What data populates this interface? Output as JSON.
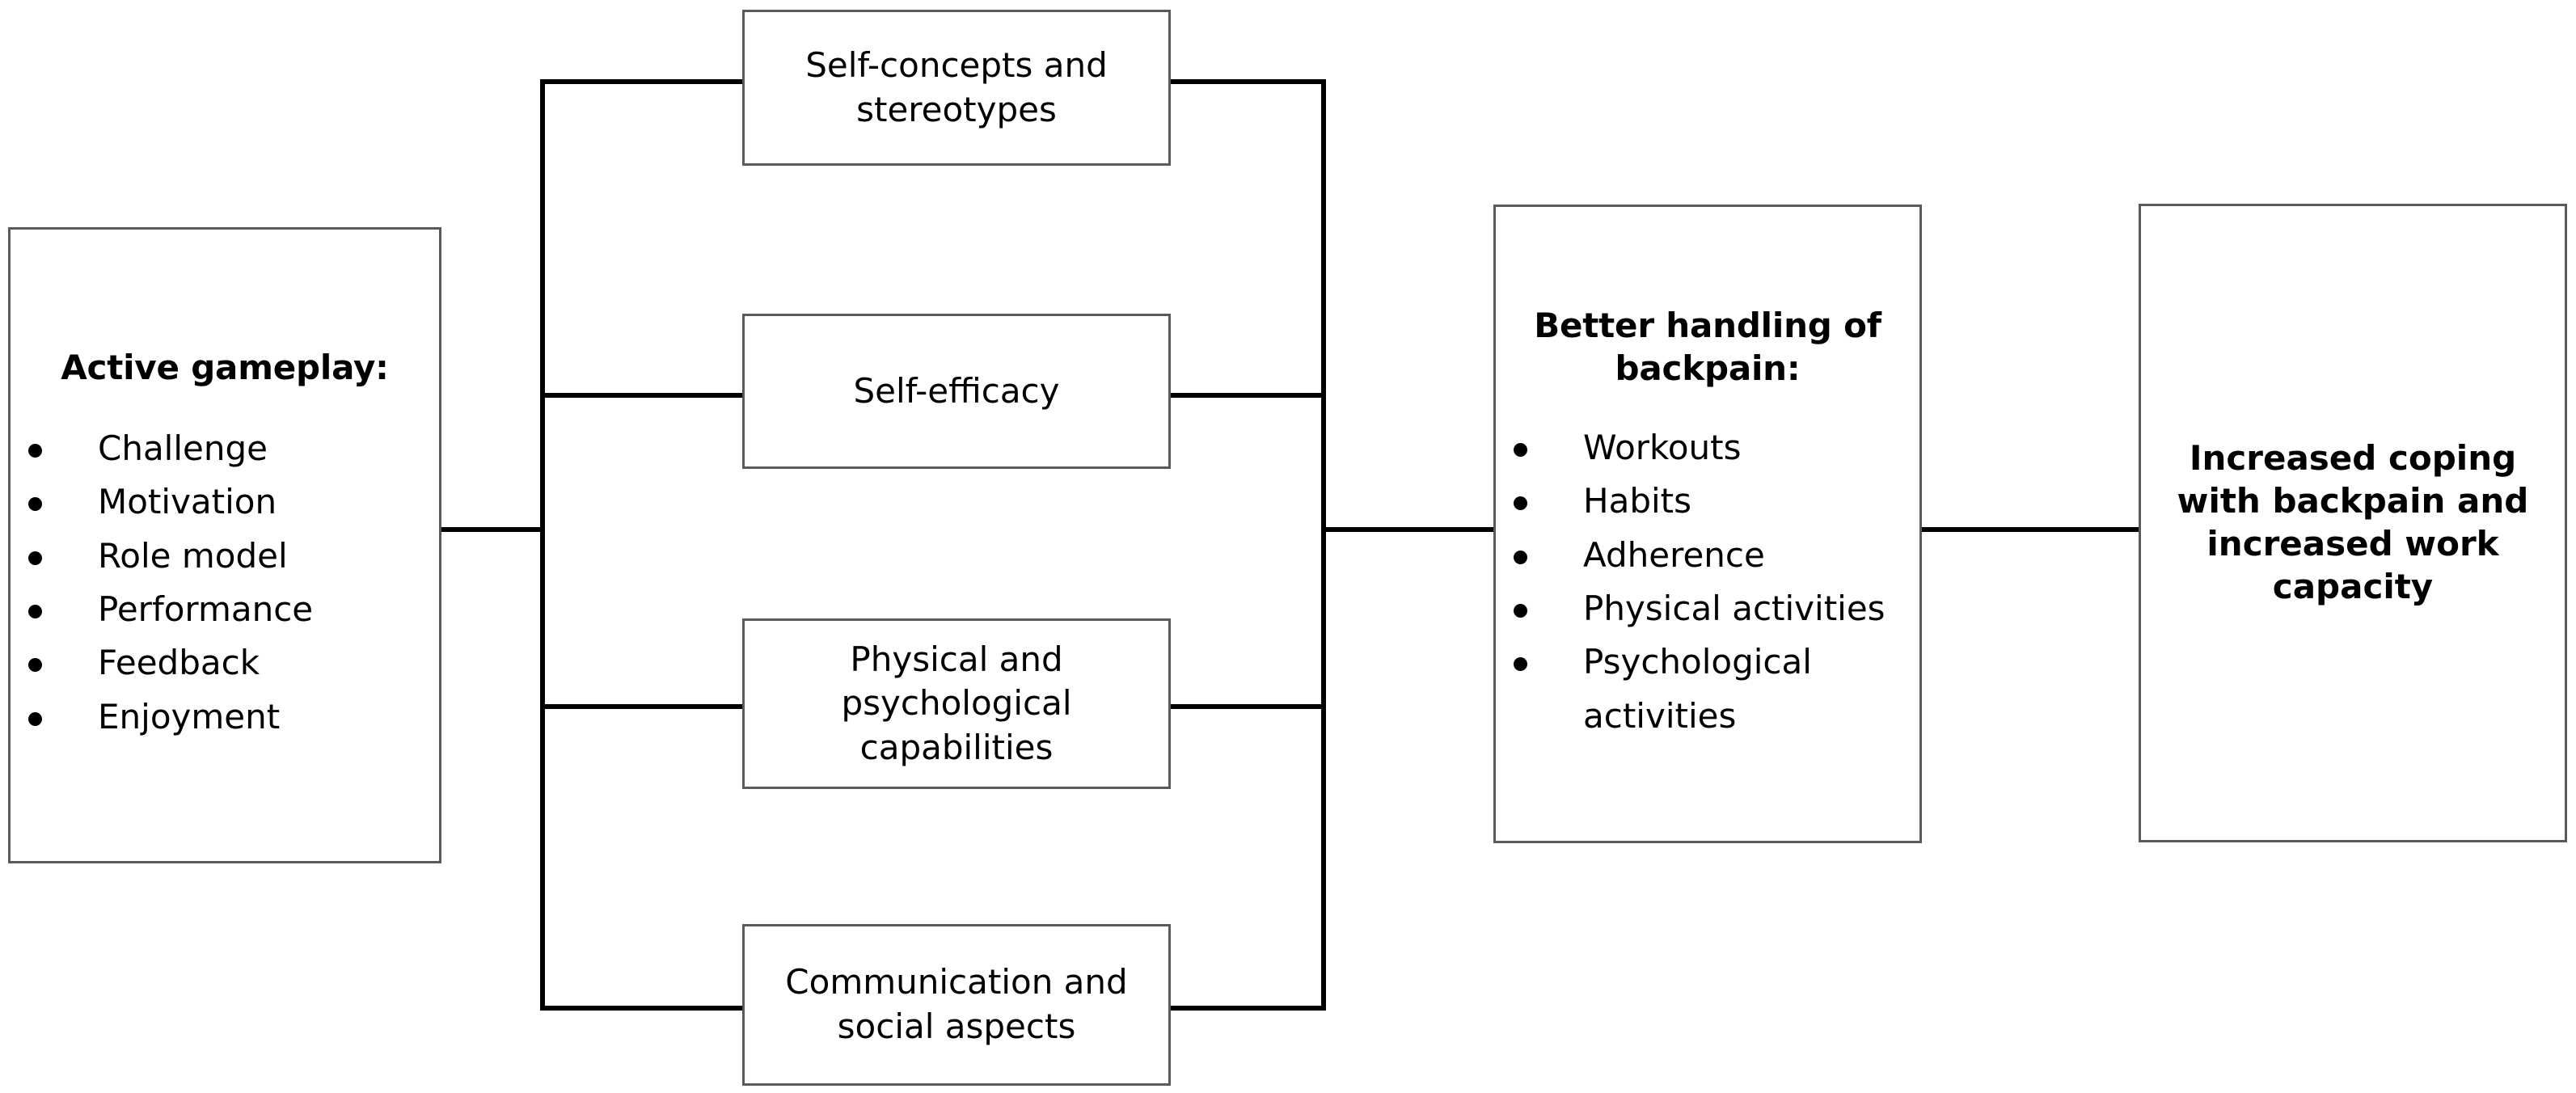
{
  "diagram": {
    "type": "flow-diagram",
    "background_color": "#ffffff",
    "box_border_color": "#5a5a5a",
    "connector_color": "#000000",
    "nodes": {
      "active_gameplay": {
        "title": "Active gameplay:",
        "bullets": [
          "Challenge",
          "Motivation",
          "Role model",
          "Performance",
          "Feedback",
          "Enjoyment"
        ]
      },
      "self_concepts": {
        "label": "Self-concepts and stereotypes"
      },
      "self_efficacy": {
        "label": "Self-efficacy"
      },
      "physical_psych": {
        "label": "Physical and psychological capabilities"
      },
      "communication": {
        "label": "Communication and social aspects"
      },
      "better_handling": {
        "title": "Better handling of backpain:",
        "bullets": [
          "Workouts",
          "Habits",
          "Adherence",
          "Physical activities",
          "Psychological activities"
        ]
      },
      "outcome": {
        "label": "Increased coping with backpain and increased work capacity"
      }
    }
  }
}
